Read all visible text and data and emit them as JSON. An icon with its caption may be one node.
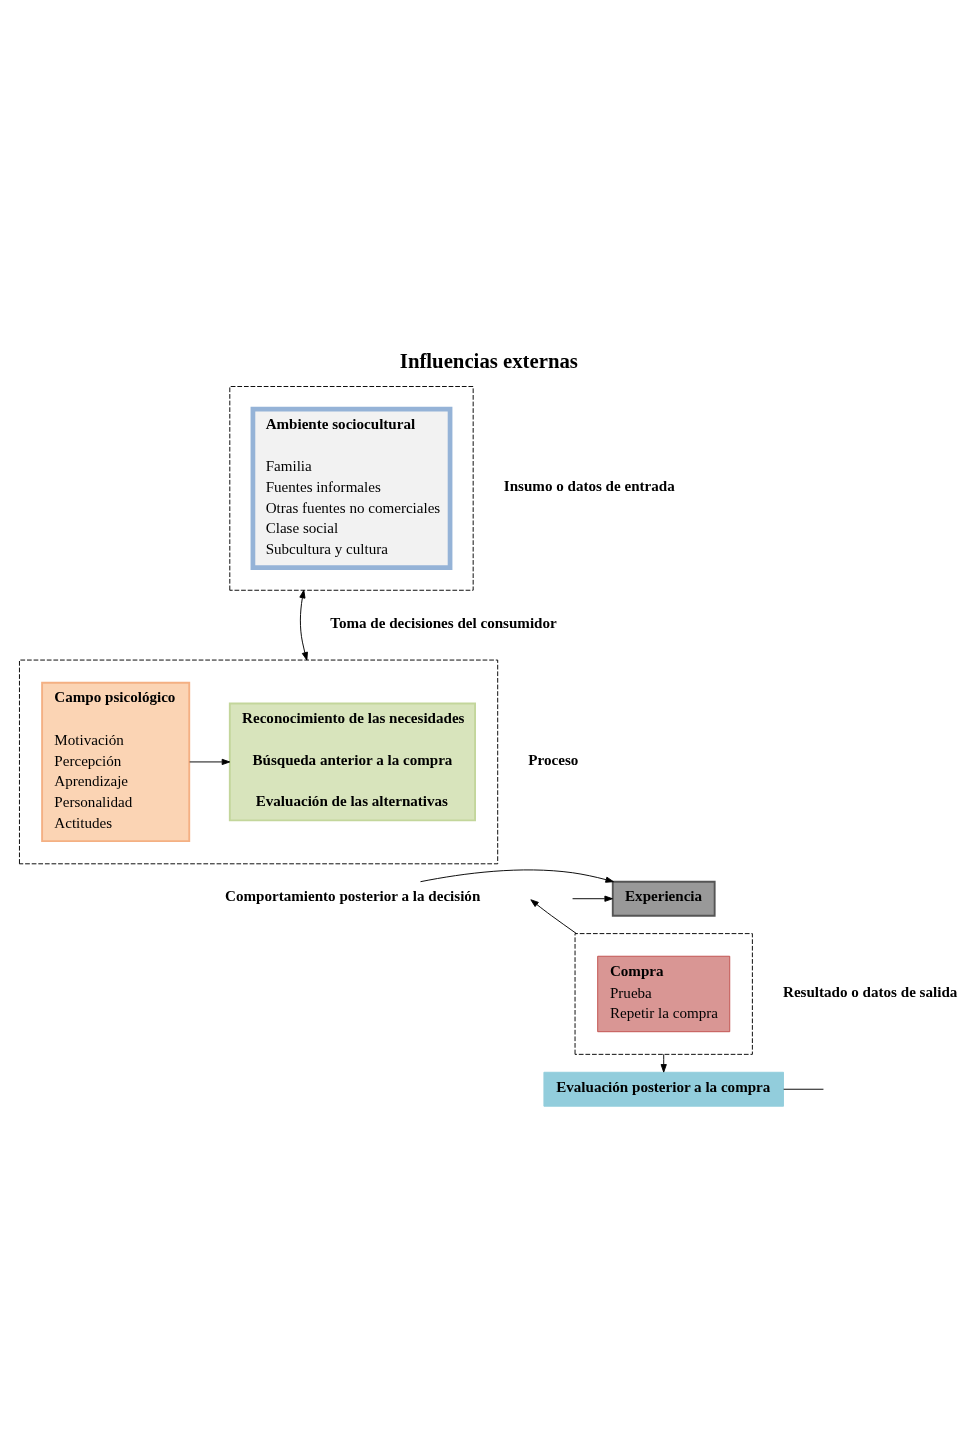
{
  "diagram": {
    "title": "Influencias externas",
    "nodes": [
      {
        "text": [],
        "shape": "box",
        "beside": [
          "Insumo o datos de entrada"
        ]
      },
      {
        "text": [
          "Ambiente sociocultural",
          "Familia",
          "Fuentes informales",
          "Otras fuentes no comerciales",
          "Clase social",
          "Subcultura y cultura"
        ],
        "in": 0
      },
      {
        "text": [],
        "shape": "box",
        "beside": [
          "Proceso"
        ]
      },
      {
        "text": [
          "Reconocimiento de las necesidades",
          "Búsqueda anterior a la compra",
          "Evaluación de las alternativas"
        ],
        "in": 2
      },
      {
        "text": [
          "Campo psicológico",
          "Motivación",
          "Percepción",
          "Aprendizaje",
          "Personalidad",
          "Actitudes"
        ],
        "in": 2
      },
      {
        "text": [
          "Comportamiento posterior a la decisión"
        ]
      },
      {
        "text": [
          "Experiencia"
        ]
      },
      {
        "text": [],
        "shape": "box",
        "beside": [
          "Resultado o datos de salida"
        ]
      },
      {
        "text": [
          "Compra",
          "Prueba",
          "Repetir la compra"
        ],
        "in": 7
      },
      {
        "text": [
          "Evaluación posterior a la compra"
        ]
      }
    ],
    "edges": [
      {
        "from": 0,
        "to": 2,
        "arrow": "both"
      },
      {
        "from": 4,
        "to": 3,
        "arrow": "to"
      },
      {
        "from": 5,
        "to": 6,
        "arrow": "to"
      },
      {
        "from": 7,
        "to": null,
        "arrow": "to"
      },
      {
        "from": null,
        "to": 6,
        "arrow": "to"
      },
      {
        "from": 7,
        "to": 9,
        "arrow": "to"
      },
      {
        "from": 9,
        "to": null,
        "arrow": "none"
      }
    ],
    "labels": [
      "Toma de decisiones del consumidor"
    ]
  }
}
